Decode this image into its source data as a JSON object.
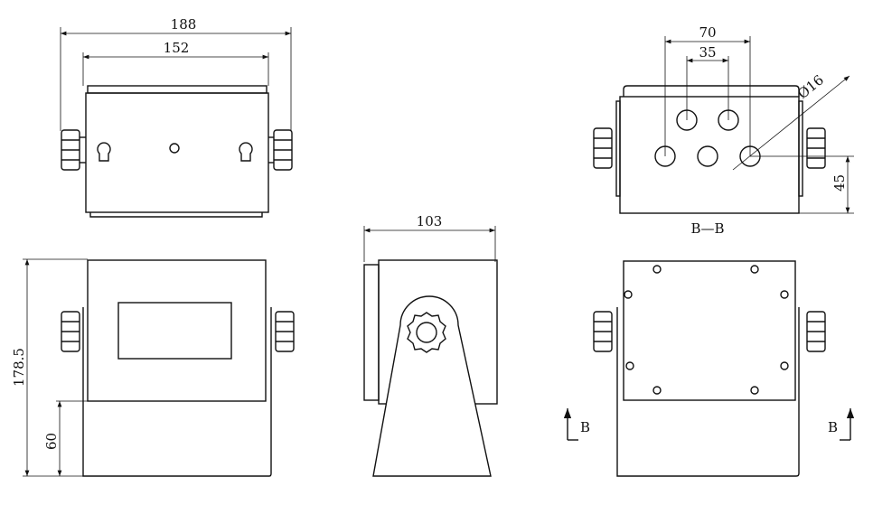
{
  "top_view": {
    "dim_overall": "188",
    "dim_inner": "152"
  },
  "section_view": {
    "dim_outer_holes": "70",
    "dim_inner_holes": "35",
    "dim_hole_diameter": "Ø16",
    "dim_hole_height": "45",
    "label": "B—B"
  },
  "front_view": {
    "dim_height": "178.5",
    "dim_base": "60"
  },
  "side_view": {
    "dim_depth": "103"
  },
  "rear_view": {
    "section_mark_left": "B",
    "section_mark_right": "B"
  }
}
